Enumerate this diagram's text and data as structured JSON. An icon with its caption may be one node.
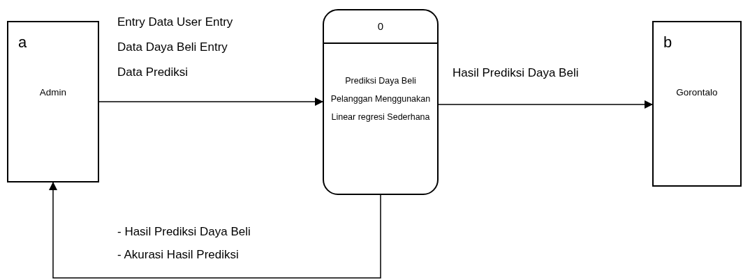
{
  "diagram": {
    "nodes": [
      {
        "text": [
          "a",
          "Admin"
        ]
      },
      {
        "text": [
          "0",
          "Prediksi Daya Beli Pelanggan Menggunakan Linear regresi Sederhana"
        ]
      },
      {
        "text": [
          "b",
          "Gorontalo"
        ]
      }
    ],
    "edges": [
      {
        "from": 0,
        "to": 1,
        "arrow": "to",
        "label": "Entry Data User Entry Data Daya Beli Entry Data Prediksi"
      },
      {
        "from": 1,
        "to": 2,
        "arrow": "to",
        "label": "Hasil Prediksi Daya Beli"
      },
      {
        "from": 1,
        "to": 0,
        "arrow": "to",
        "label": "- Hasil Prediksi Daya Beli - Akurasi Hasil Prediksi"
      }
    ]
  }
}
